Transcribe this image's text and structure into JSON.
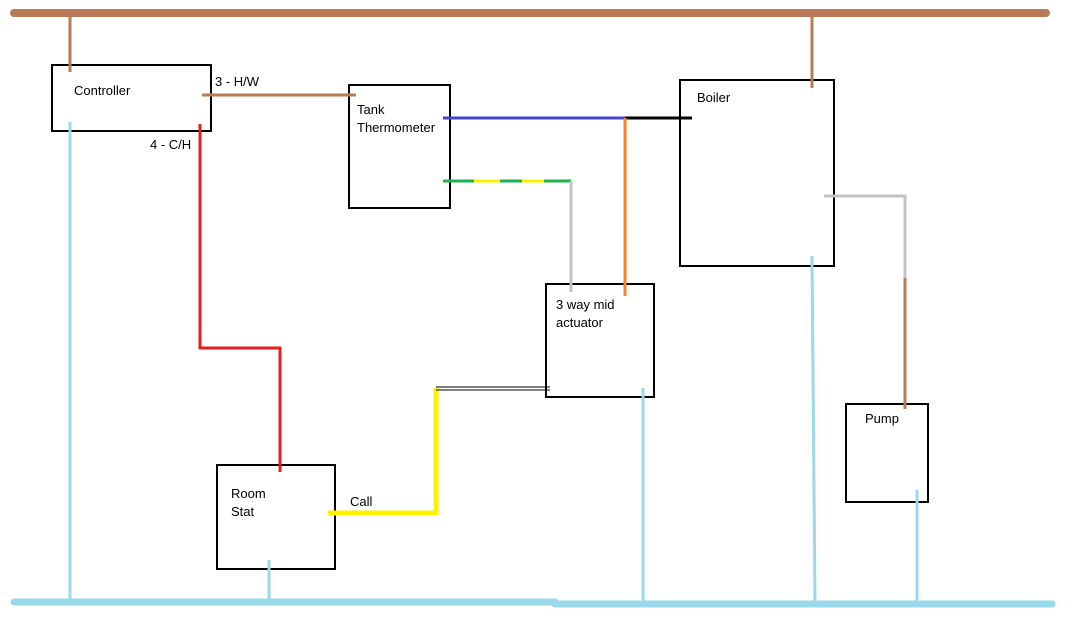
{
  "colors": {
    "brown": "#b97a57",
    "light_blue": "#99d9ea",
    "red": "#e02020",
    "blue": "#3f48cc",
    "orange": "#ff7f27",
    "green": "#22b14c",
    "yellow": "#fff200",
    "grey": "#c3c3c3",
    "black": "#000000"
  },
  "components": {
    "controller": "Controller",
    "tank_thermometer_line1": "Tank",
    "tank_thermometer_line2": "Thermometer",
    "boiler": "Boiler",
    "three_way_line1": "3 way mid",
    "three_way_line2": "actuator",
    "room_stat_line1": "Room",
    "room_stat_line2": "Stat",
    "pump": "Pump"
  },
  "wire_labels": {
    "hot_water": "3 - H/W",
    "central_heating": "4 - C/H",
    "call": "Call"
  }
}
